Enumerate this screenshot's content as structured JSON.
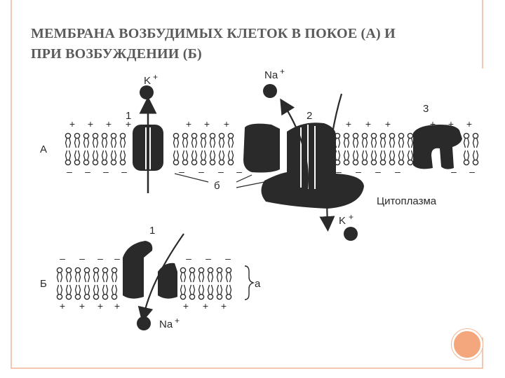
{
  "slide": {
    "title_line1": "МЕМБРАНА ВОЗБУДИМЫХ КЛЕТОК В ПОКОЕ (А) И",
    "title_line2": "ПРИ ВОЗБУЖДЕНИИ (Б)"
  },
  "diagram": {
    "label_A": "А",
    "label_B": "Б",
    "label_b": "б",
    "label_a": "а",
    "num_1_top": "1",
    "num_2": "2",
    "num_3": "3",
    "num_1_bottom": "1",
    "ion_K_top": "K",
    "ion_Na_top": "Na",
    "ion_K_mid": "K",
    "ion_Na_bottom": "Na",
    "cytoplasm": "Цитоплазма",
    "plus": "+",
    "minus": "–"
  },
  "colors": {
    "accent": "#f4a67c",
    "frame": "#f3c7b0",
    "title": "#5a5a5a",
    "ink": "#2a2a2a"
  }
}
